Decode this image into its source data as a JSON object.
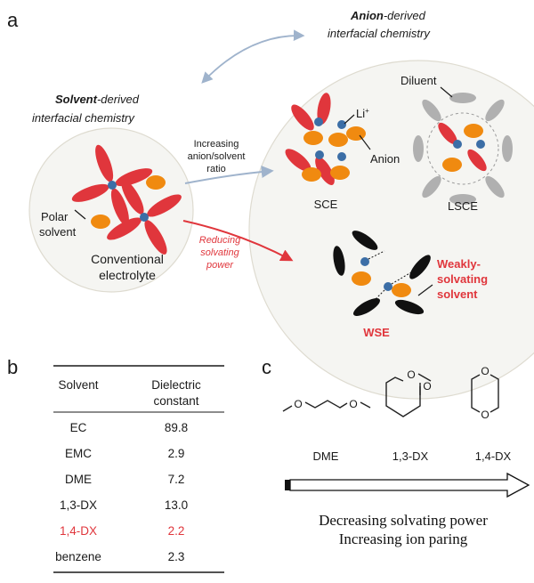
{
  "panel_a": {
    "letter": "a",
    "anion_title_bold": "Anion",
    "anion_title_rest": "-derived",
    "anion_title_line2": "interfacial chemistry",
    "solvent_title_bold": "Solvent",
    "solvent_title_rest": "-derived",
    "solvent_title_line2": "interfacial chemistry",
    "arrow_up_label": [
      "Increasing",
      "anion/solvent",
      "ratio"
    ],
    "arrow_down_label": [
      "Reducing",
      "solvating",
      "power"
    ],
    "polar_solvent_label": [
      "Polar",
      "solvent"
    ],
    "conventional_label": [
      "Conventional",
      "electrolyte"
    ],
    "li_label": "Li",
    "li_sup": "+",
    "anion_label": "Anion",
    "diluent_label": "Diluent",
    "sce_label": "SCE",
    "lsce_label": "LSCE",
    "wse_label": "WSE",
    "weak_solvent_label": [
      "Weakly-",
      "solvating",
      "solvent"
    ],
    "colors": {
      "solvent": "#e0363c",
      "anion": "#f08a10",
      "li": "#3c6ea6",
      "diluent": "#b0b0b0",
      "weak_solvent": "#111111",
      "arrow_gray": "#9fb3cc",
      "arrow_red": "#e0363c"
    }
  },
  "panel_b": {
    "letter": "b",
    "headers": [
      "Solvent",
      "Dielectric",
      "constant"
    ],
    "rows": [
      {
        "solvent": "EC",
        "value": "89.8",
        "highlight": false
      },
      {
        "solvent": "EMC",
        "value": "2.9",
        "highlight": false
      },
      {
        "solvent": "DME",
        "value": "7.2",
        "highlight": false
      },
      {
        "solvent": "1,3-DX",
        "value": "13.0",
        "highlight": false
      },
      {
        "solvent": "1,4-DX",
        "value": "2.2",
        "highlight": true
      },
      {
        "solvent": "benzene",
        "value": "2.3",
        "highlight": false
      }
    ]
  },
  "panel_c": {
    "letter": "c",
    "molecules": [
      "DME",
      "1,3-DX",
      "1,4-DX"
    ],
    "atom_label": "O",
    "caption_line1": "Decreasing solvating power",
    "caption_line2": "Increasing ion paring"
  }
}
